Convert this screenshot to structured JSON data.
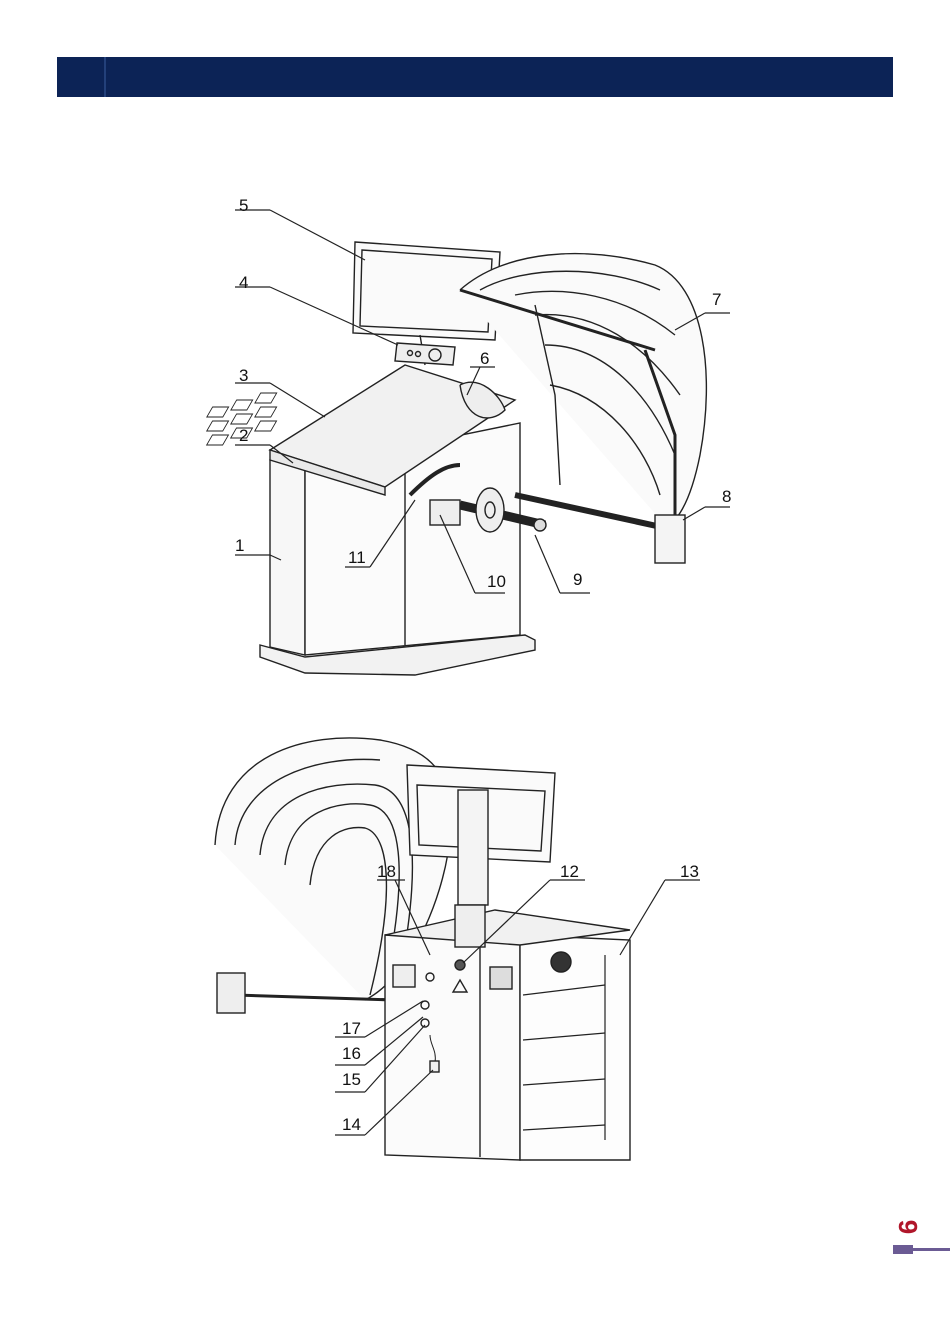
{
  "page": {
    "page_number": "9",
    "colors": {
      "header": "#0c2356",
      "page_number": "#b0162a",
      "rule": "#6b5b94"
    }
  },
  "figure_top": {
    "callouts": [
      "1",
      "2",
      "3",
      "4",
      "5",
      "6",
      "7",
      "8",
      "9",
      "10",
      "11"
    ]
  },
  "figure_bottom": {
    "callouts": [
      "12",
      "13",
      "14",
      "15",
      "16",
      "17",
      "18"
    ]
  }
}
